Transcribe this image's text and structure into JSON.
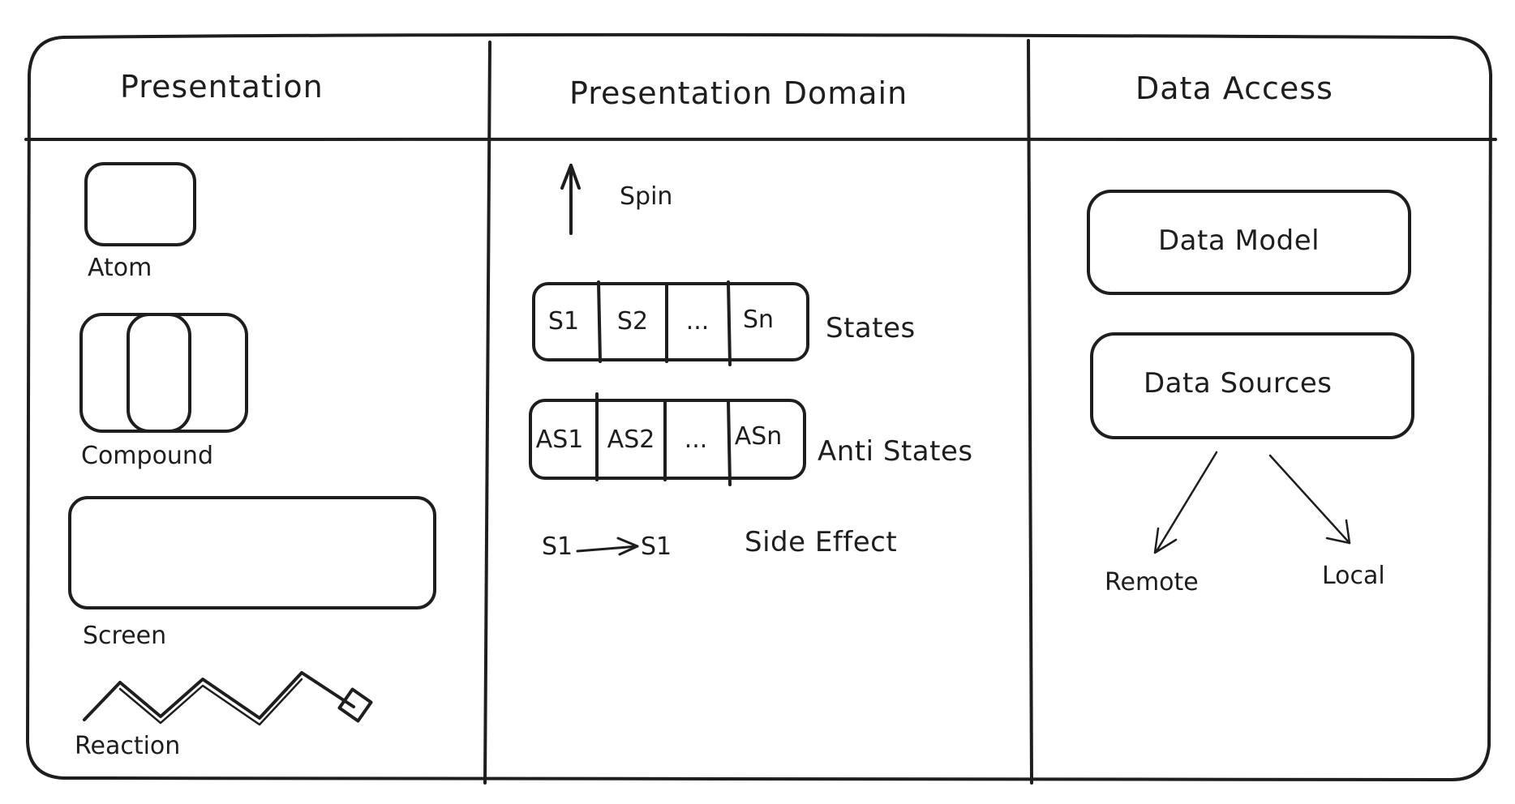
{
  "columns": {
    "presentation": {
      "title": "Presentation",
      "items": {
        "atom": "Atom",
        "compound": "Compound",
        "screen": "Screen",
        "reaction": "Reaction"
      }
    },
    "presentation_domain": {
      "title": "Presentation Domain",
      "spin": "Spin",
      "states": {
        "cells": [
          "S1",
          "S2",
          "...",
          "Sn"
        ],
        "label": "States"
      },
      "anti_states": {
        "cells": [
          "AS1",
          "AS2",
          "...",
          "ASn"
        ],
        "label": "Anti States"
      },
      "side_effect": {
        "from": "S1",
        "to": "S1",
        "label": "Side Effect"
      }
    },
    "data_access": {
      "title": "Data Access",
      "data_model": "Data Model",
      "data_sources": "Data Sources",
      "remote": "Remote",
      "local": "Local"
    }
  },
  "colors": {
    "stroke": "#1e1e1e",
    "background": "#ffffff"
  }
}
